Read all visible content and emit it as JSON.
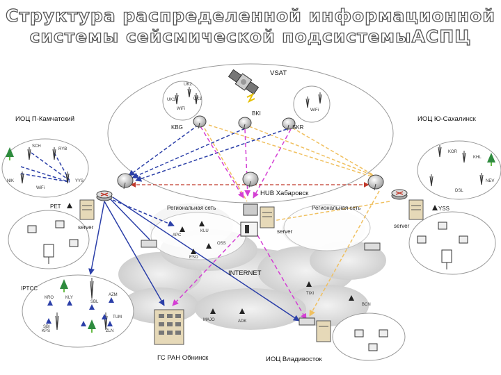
{
  "title": {
    "line1": "Структура распределенной информационной",
    "line2": "системы сейсмической подсистемыАСПЦ"
  },
  "labels": {
    "vsat": "VSAT",
    "bki": "BKI",
    "kbg": "KBG",
    "skr": "SKR",
    "iots_kamchatka": "ИОЦ П-Камчатский",
    "iots_sakhalin": "ИОЦ Ю-Сахалинск",
    "hub": "HUB Хабаровск",
    "regional_left": "Региональная сеть",
    "regional_right": "Региональная сеть",
    "internet": "INTERNET",
    "gs_ran": "ГС РАН Обнинск",
    "iots_vladivostok": "ИОЦ Владивосток",
    "server_left": "server",
    "server_center": "server",
    "server_right": "server",
    "pet": "PET",
    "yss": "YSS",
    "iptcc": "IPTCC",
    "apc": "APC",
    "klu": "KLU",
    "eso": "ESO",
    "oss": "OSS",
    "tixi": "TIXI",
    "bcn": "BCN",
    "majo": "MAJO",
    "adk": "ADK",
    "nik": "NIK",
    "wifi_left": "WiFi",
    "yys": "YYS",
    "sch": "SCH",
    "ryb": "RYB",
    "kor": "KOR",
    "khl": "KHL",
    "dsl": "DSL",
    "nev": "NEV",
    "uk1": "UK1",
    "uk2": "UK2",
    "uk3": "UK3",
    "wifi_kbg": "WiFi",
    "wifi_skr": "WiFi",
    "kro": "KRO",
    "kly": "KLY",
    "sbl": "SBL",
    "azm": "AZM",
    "sbi": "SBI",
    "kps": "KPS",
    "tum": "TUM",
    "zln": "ZLN"
  },
  "colors": {
    "blue_link": "#2b3fa8",
    "magenta_link": "#d43fd4",
    "red_link": "#c0392b",
    "yellow_link": "#f0c060",
    "antenna": "#333333",
    "tree": "#2e8b3e"
  }
}
